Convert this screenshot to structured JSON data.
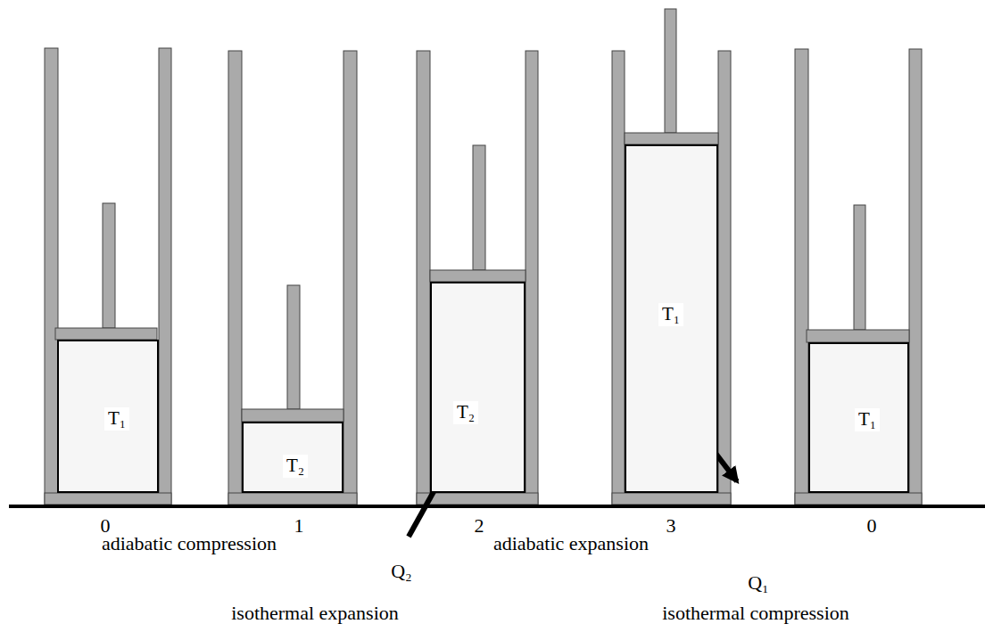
{
  "diagram": {
    "nodes": [
      {
        "text": [
          "T₁"
        ]
      },
      {
        "text": [
          "T₂"
        ]
      },
      {
        "text": [
          "T₂"
        ]
      },
      {
        "text": [
          "T₁"
        ]
      },
      {
        "text": [
          "T₁"
        ]
      }
    ],
    "labels": [
      "0",
      "1",
      "2",
      "3",
      "0",
      "adiabatic compression",
      "Q₂",
      "adiabatic expansion",
      "Q₁",
      "isothermal expansion",
      "isothermal compression"
    ]
  }
}
